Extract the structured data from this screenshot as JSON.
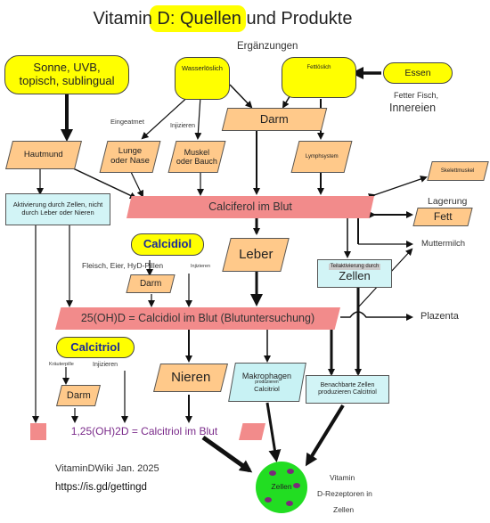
{
  "title": "Vitamin D: Quellen und Produkte",
  "header_label": "Ergänzungen",
  "sources": {
    "sun": "Sonne, UVB, topisch, sublingual",
    "water_soluble": "Wasserlöslich",
    "fat_soluble": "Fettlöslich",
    "food": "Essen",
    "fatty_fish": "Fetter Fisch,",
    "organs": "Innereien"
  },
  "routes": {
    "inhaled": "Eingeatmet",
    "injected": "Injizieren",
    "lung": "Lunge oder Nase",
    "muscle": "Muskel oder Bauch",
    "gut": "Darm",
    "skin": "Hautmund",
    "lymph": "Lymphsystem",
    "skeletal_muscle": "Skelettmuskel",
    "storage": "Lagerung",
    "fat": "Fett",
    "activation_text": "Aktivierung durch Zellen, nicht durch Leber oder Nieren"
  },
  "blood": {
    "calciferol": "Calciferol im Blut",
    "calcidiol": "25(OH)D = Calcidiol im Blut (Blutuntersuchung)",
    "calcitriol": "1,25(OH)2D = Calcitriol im Blut"
  },
  "organs": {
    "liver": "Leber",
    "kidneys": "Nieren",
    "cells_activation": "Teilaktivierung durch",
    "cells": "Zellen"
  },
  "outputs": {
    "breast_milk": "Muttermilch",
    "placenta": "Plazenta"
  },
  "calcidiol_block": {
    "title": "Calcidiol",
    "sources": "Fleisch, Eier, HyD-Pillen",
    "injected": "Injizieren",
    "gut": "Darm"
  },
  "calcitriol_block": {
    "title": "Calcitriol",
    "herbal": "Kräuterpille",
    "injected": "Injizieren",
    "gut": "Darm"
  },
  "macrophages": {
    "title": "Makrophagen",
    "produce": "produzieren",
    "product": "Calcitriol"
  },
  "neighbor_cells": {
    "line1": "Benachbarte Zellen",
    "line2": "produzieren Calcitriol"
  },
  "receptor": {
    "cells": "Zellen",
    "l1": "Vitamin",
    "l2": "D-Rezeptoren in",
    "l3": "Zellen"
  },
  "footer": {
    "credit": "VitaminDWiki Jan. 2025",
    "url": "https://is.gd/gettingd"
  },
  "colors": {
    "yellow": "#ffff00",
    "orange": "#ffc98a",
    "pink": "#f28b8b",
    "cyan": "#d2f4f6",
    "green": "#22dd22",
    "purple_text": "#7a2a8a",
    "calcidiol_blue": "#1a2a9a"
  }
}
